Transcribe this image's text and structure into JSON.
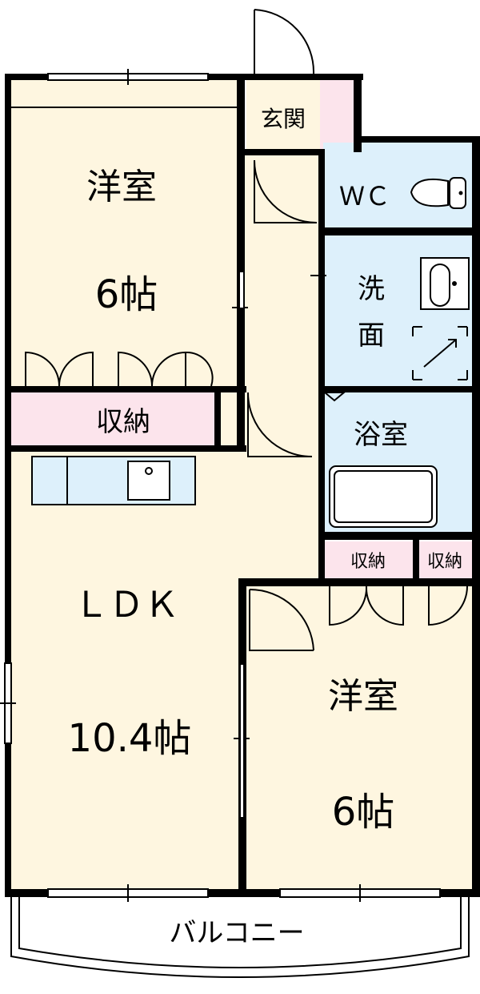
{
  "floor_plan": {
    "rooms": {
      "western_room_top": {
        "name": "洋室",
        "size": "6帖"
      },
      "storage_top": {
        "name": "収納"
      },
      "ldk": {
        "name": "ＬＤＫ",
        "size": "10.4帖"
      },
      "entrance": {
        "name": "玄関"
      },
      "wc": {
        "name": "ＷＣ"
      },
      "washroom": {
        "name_line1": "洗",
        "name_line2": "面"
      },
      "bathroom": {
        "name": "浴室"
      },
      "storage_right_1": {
        "name": "収納"
      },
      "storage_right_2": {
        "name": "収納"
      },
      "western_room_bottom": {
        "name": "洋室",
        "size": "6帖"
      },
      "balcony": {
        "name": "バルコニー"
      }
    },
    "colors": {
      "room_floor": "#FEF6E0",
      "wet_area": "#DDF0FB",
      "storage": "#FCE4EC",
      "wall": "#000000",
      "balcony": "#FFFFFF"
    }
  }
}
